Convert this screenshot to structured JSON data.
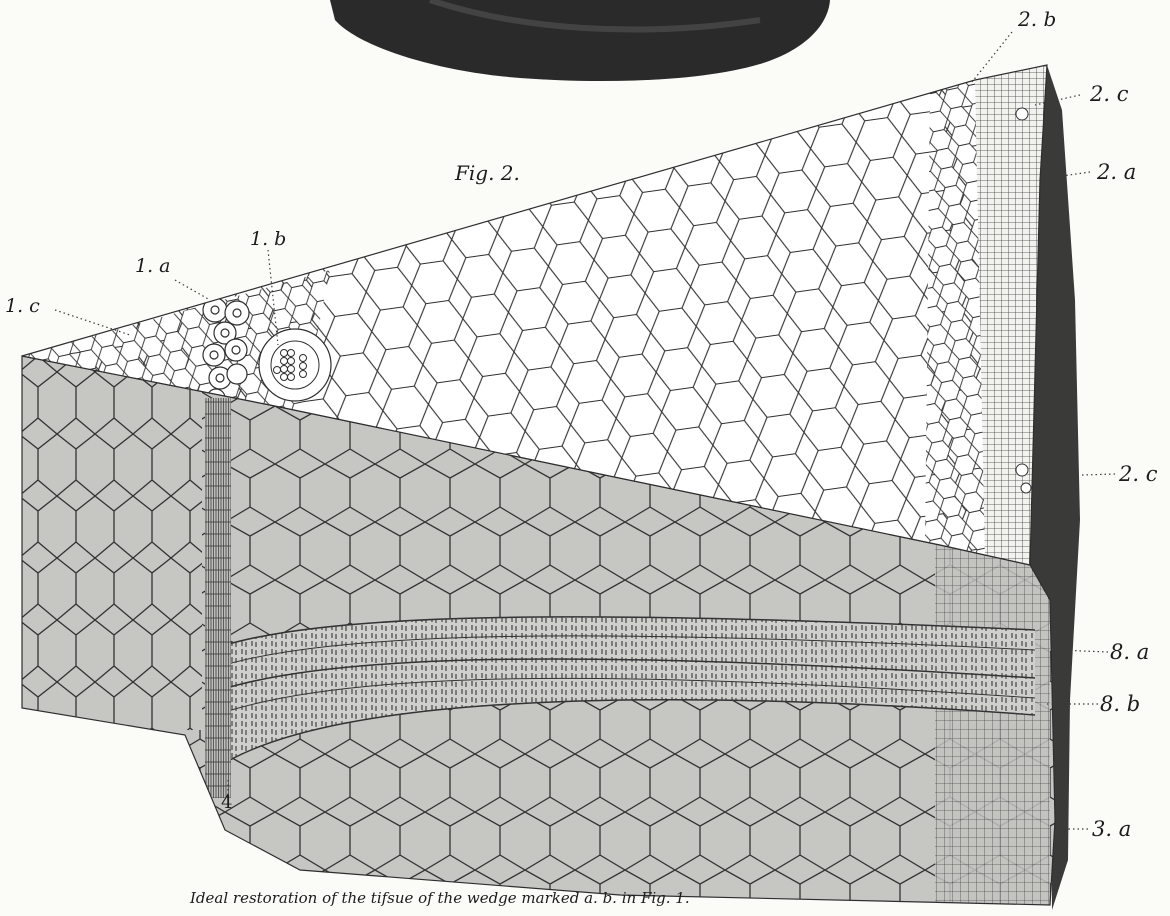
{
  "figure": {
    "title": "Fig. 2.",
    "caption": "Ideal restoration of the tifsue of the wedge marked  a. b.  in  Fig. 1."
  },
  "labels": {
    "l_1a": "1. a",
    "l_1b": "1. b",
    "l_1c": "1. c",
    "l_2a": "2. a",
    "l_2b": "2. b",
    "l_2c_top": "2. c",
    "l_2c_mid": "2. c",
    "l_3a": "3. a",
    "l_4": "4",
    "l_8a": "8. a",
    "l_8b": "8. b"
  },
  "colors": {
    "paper": "#fbfbf8",
    "section_grey": "#c6c6c3",
    "cell_stroke": "#2e2e2e",
    "dark_rind": "#3a3a38",
    "specimen_dark": "#2a2a2a"
  }
}
